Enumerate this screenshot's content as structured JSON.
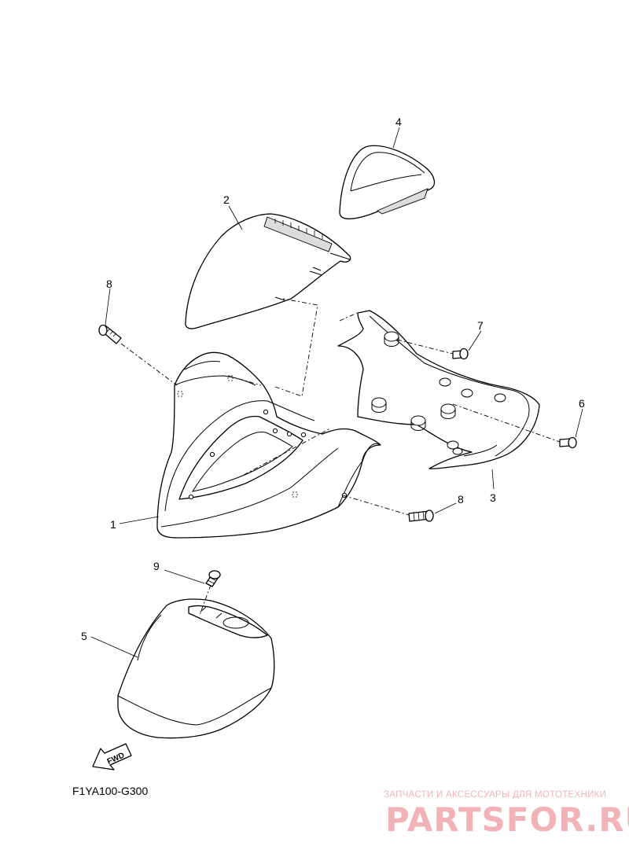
{
  "diagram": {
    "callouts": {
      "c1": "1",
      "c2": "2",
      "c3": "3",
      "c4": "4",
      "c5": "5",
      "c6": "6",
      "c7": "7",
      "c8a": "8",
      "c8b": "8",
      "c9": "9"
    },
    "fwd_label": "FWD",
    "code": "F1YA100-G300"
  },
  "watermark": {
    "tagline": "ЗАПЧАСТИ И АКСЕССУАРЫ ДЛЯ МОТОТЕХНИКИ",
    "brand": "PARTSFOR.RU",
    "color": "#f2b3b8"
  }
}
